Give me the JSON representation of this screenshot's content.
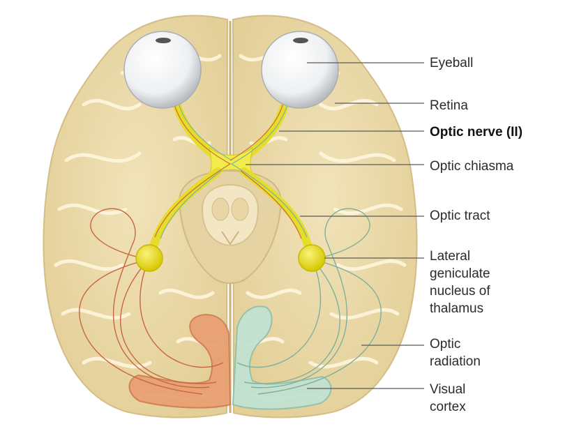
{
  "labels": {
    "eyeball": "Eyeball",
    "retina": "Retina",
    "optic_nerve": "Optic nerve (II)",
    "optic_chiasma": "Optic chiasma",
    "optic_tract": "Optic tract",
    "lgn": "Lateral\ngeniculate\nnucleus of\nthalamus",
    "optic_radiation": "Optic\nradiation",
    "visual_cortex": "Visual\ncortex"
  },
  "colors": {
    "brain_fill": "#ecdcae",
    "brain_shadow": "#d9c391",
    "gyri_line": "#ffffff",
    "pathway_yellow": "#e8e030",
    "lgn_yellow": "#e8dc10",
    "left_radiation": "#c0603a",
    "right_radiation": "#7fb3a0",
    "left_cortex": "#e89a6c",
    "right_cortex": "#bfe0cf",
    "leader_line": "#555555"
  }
}
